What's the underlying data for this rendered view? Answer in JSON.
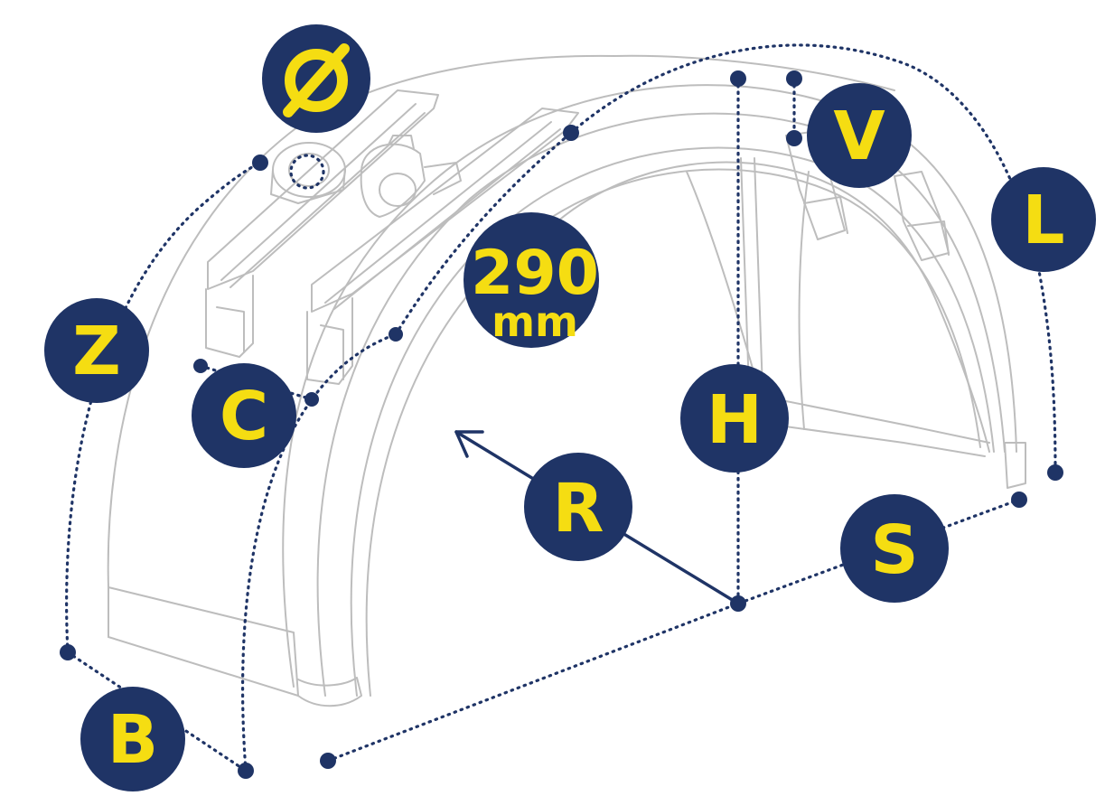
{
  "colors": {
    "badge_fill": "#1f3466",
    "badge_text": "#f5dd12",
    "line_dark": "#1f3466",
    "drawing_line": "#bdbdbd",
    "background": "#ffffff"
  },
  "labels": {
    "diameter": "Ø",
    "z": "Z",
    "c": "C",
    "b": "B",
    "width_value": "290",
    "width_unit": "mm",
    "h": "H",
    "r": "R",
    "s": "S",
    "v": "V",
    "l": "L"
  },
  "icons": {
    "diameter_symbol": "diameter-symbol",
    "radius_arrow": "arrow-icon"
  }
}
